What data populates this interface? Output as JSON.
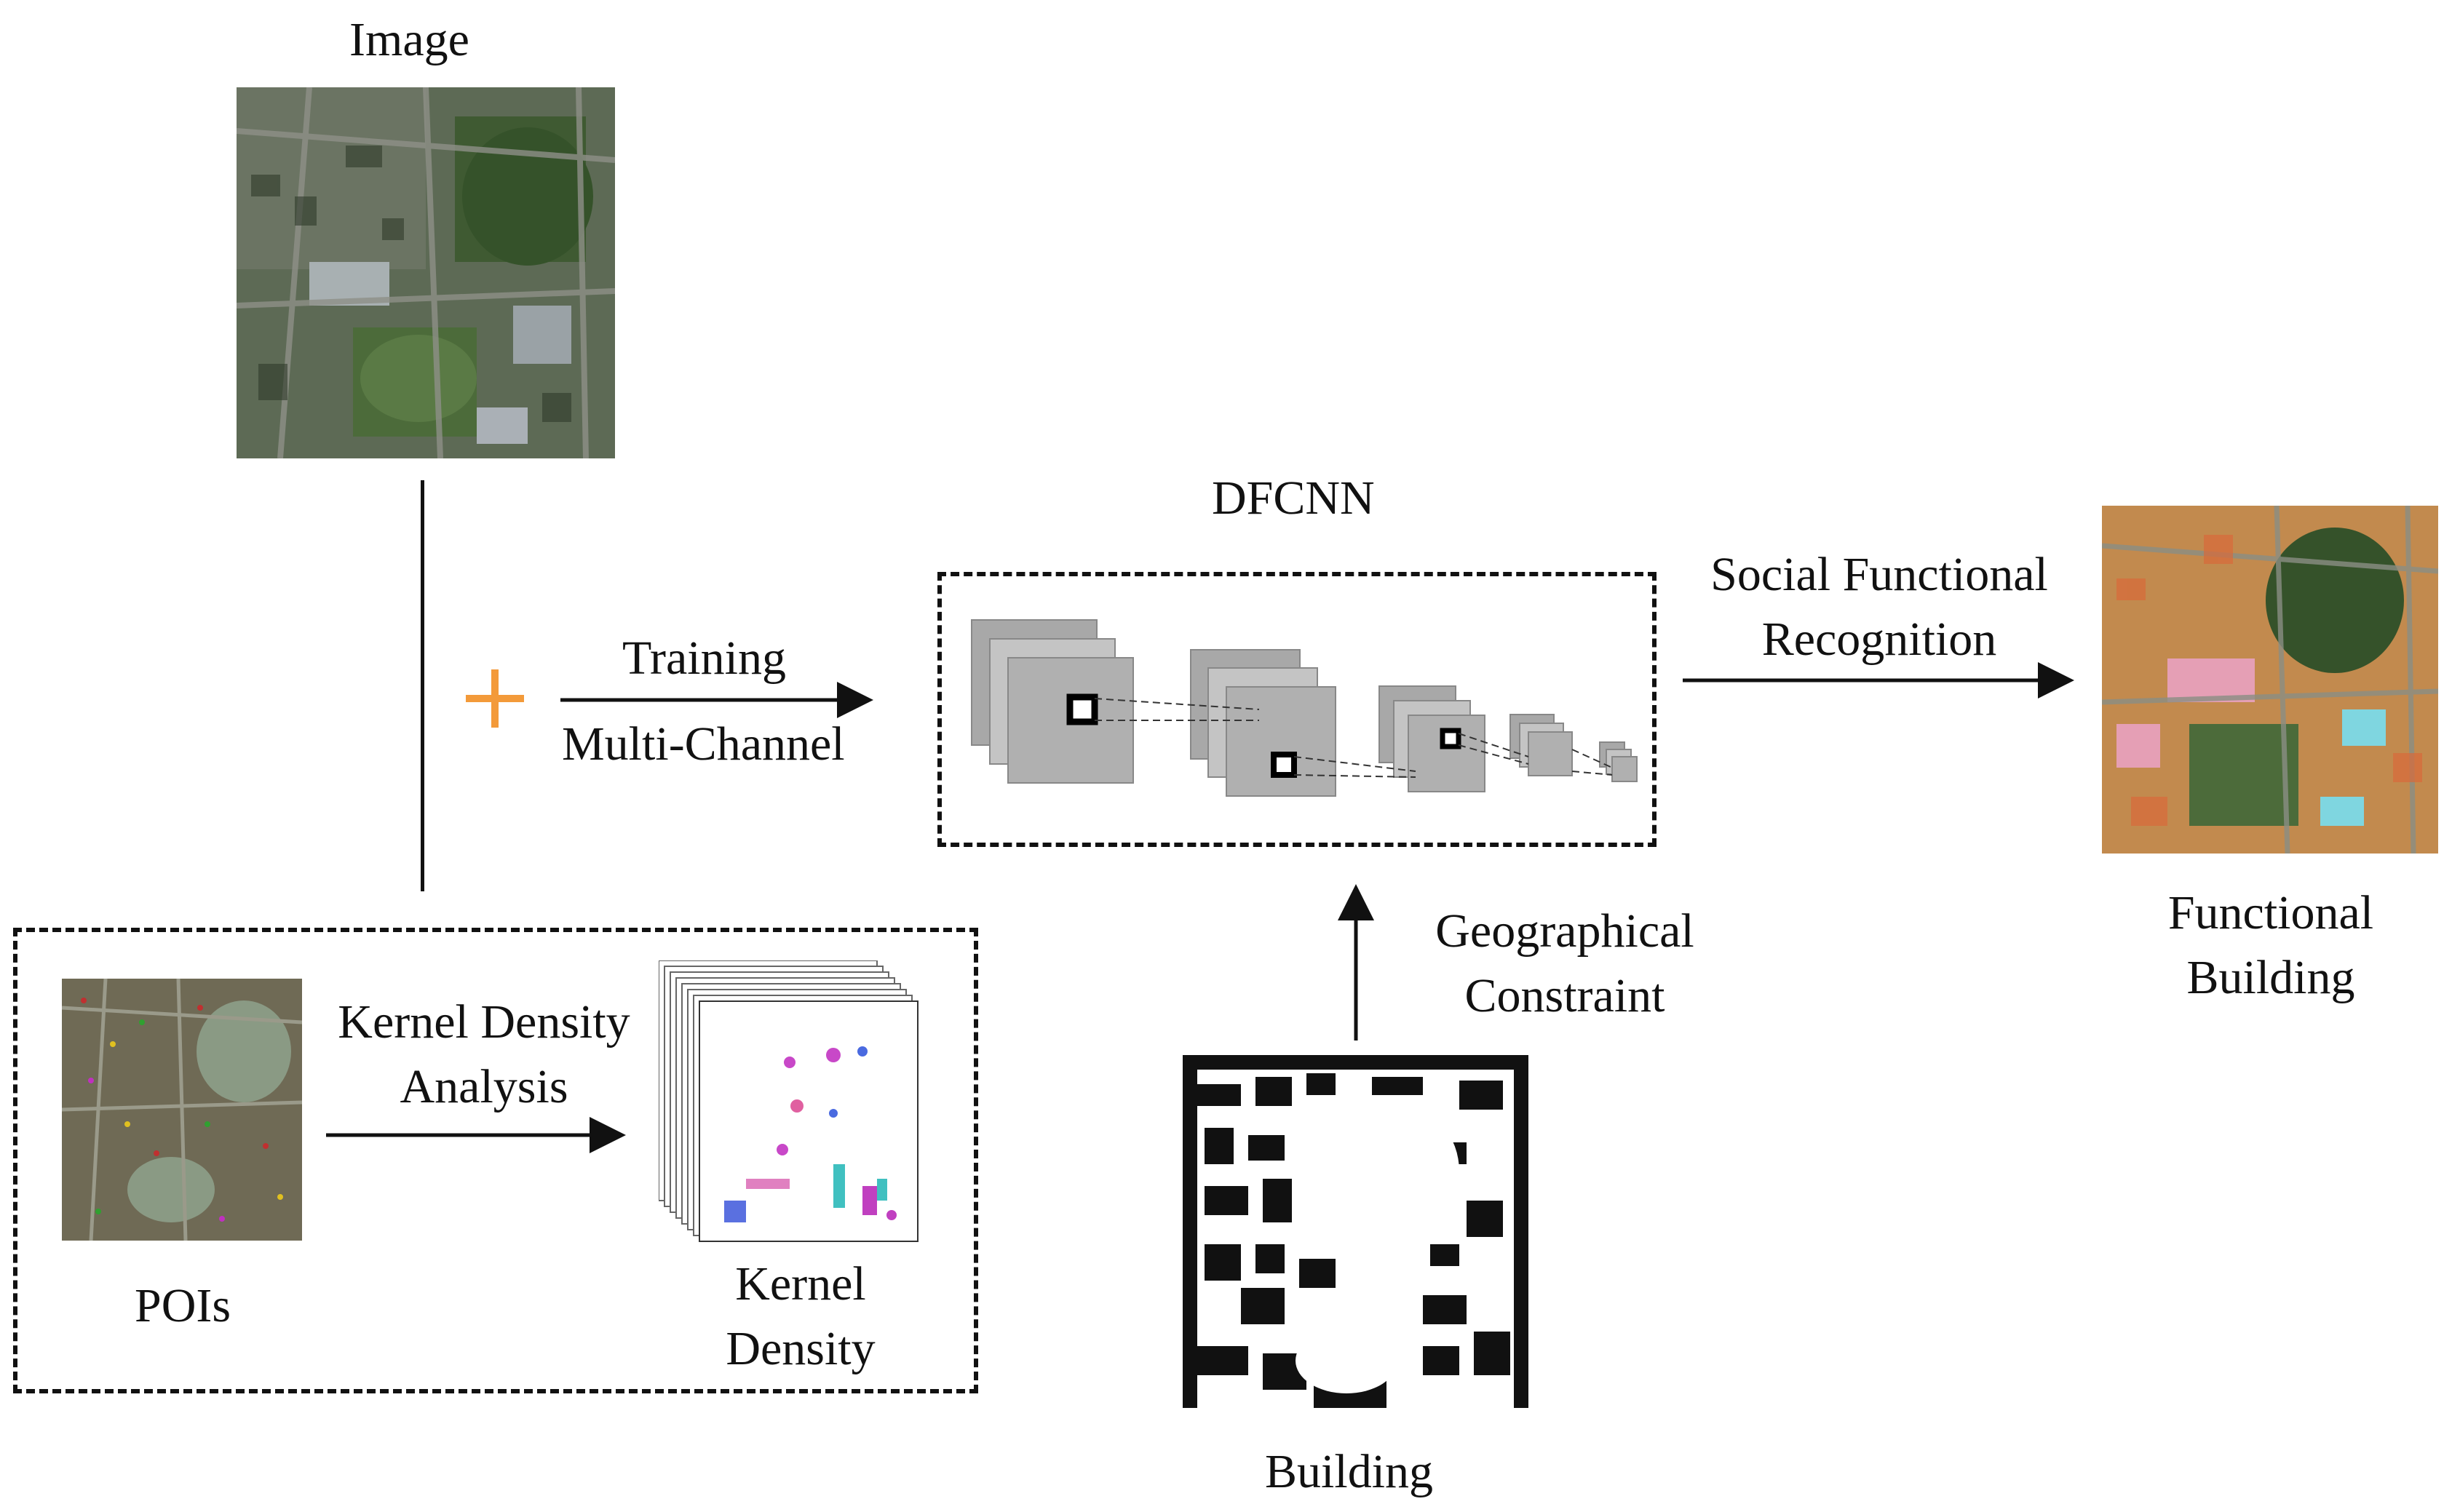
{
  "labels": {
    "image": "Image",
    "dfcnn": "DFCNN",
    "training": "Training",
    "multi_channel": "Multi-Channel",
    "social_functional": "Social Functional",
    "recognition": "Recognition",
    "kernel_density_analysis_1": "Kernel Density",
    "kernel_density_analysis_2": "Analysis",
    "pois": "POIs",
    "kernel_density_1": "Kernel",
    "kernel_density_2": "Density",
    "geographical": "Geographical",
    "constraint": "Constraint",
    "functional_1": "Functional",
    "functional_2": "Building",
    "building": "Building"
  },
  "colors": {
    "plus": "#f39a3a",
    "line": "#111111",
    "layer_gray": "#a9a9a9",
    "layer_gray_light": "#c8c8c8"
  },
  "icons": {
    "plus": "plus-icon"
  }
}
